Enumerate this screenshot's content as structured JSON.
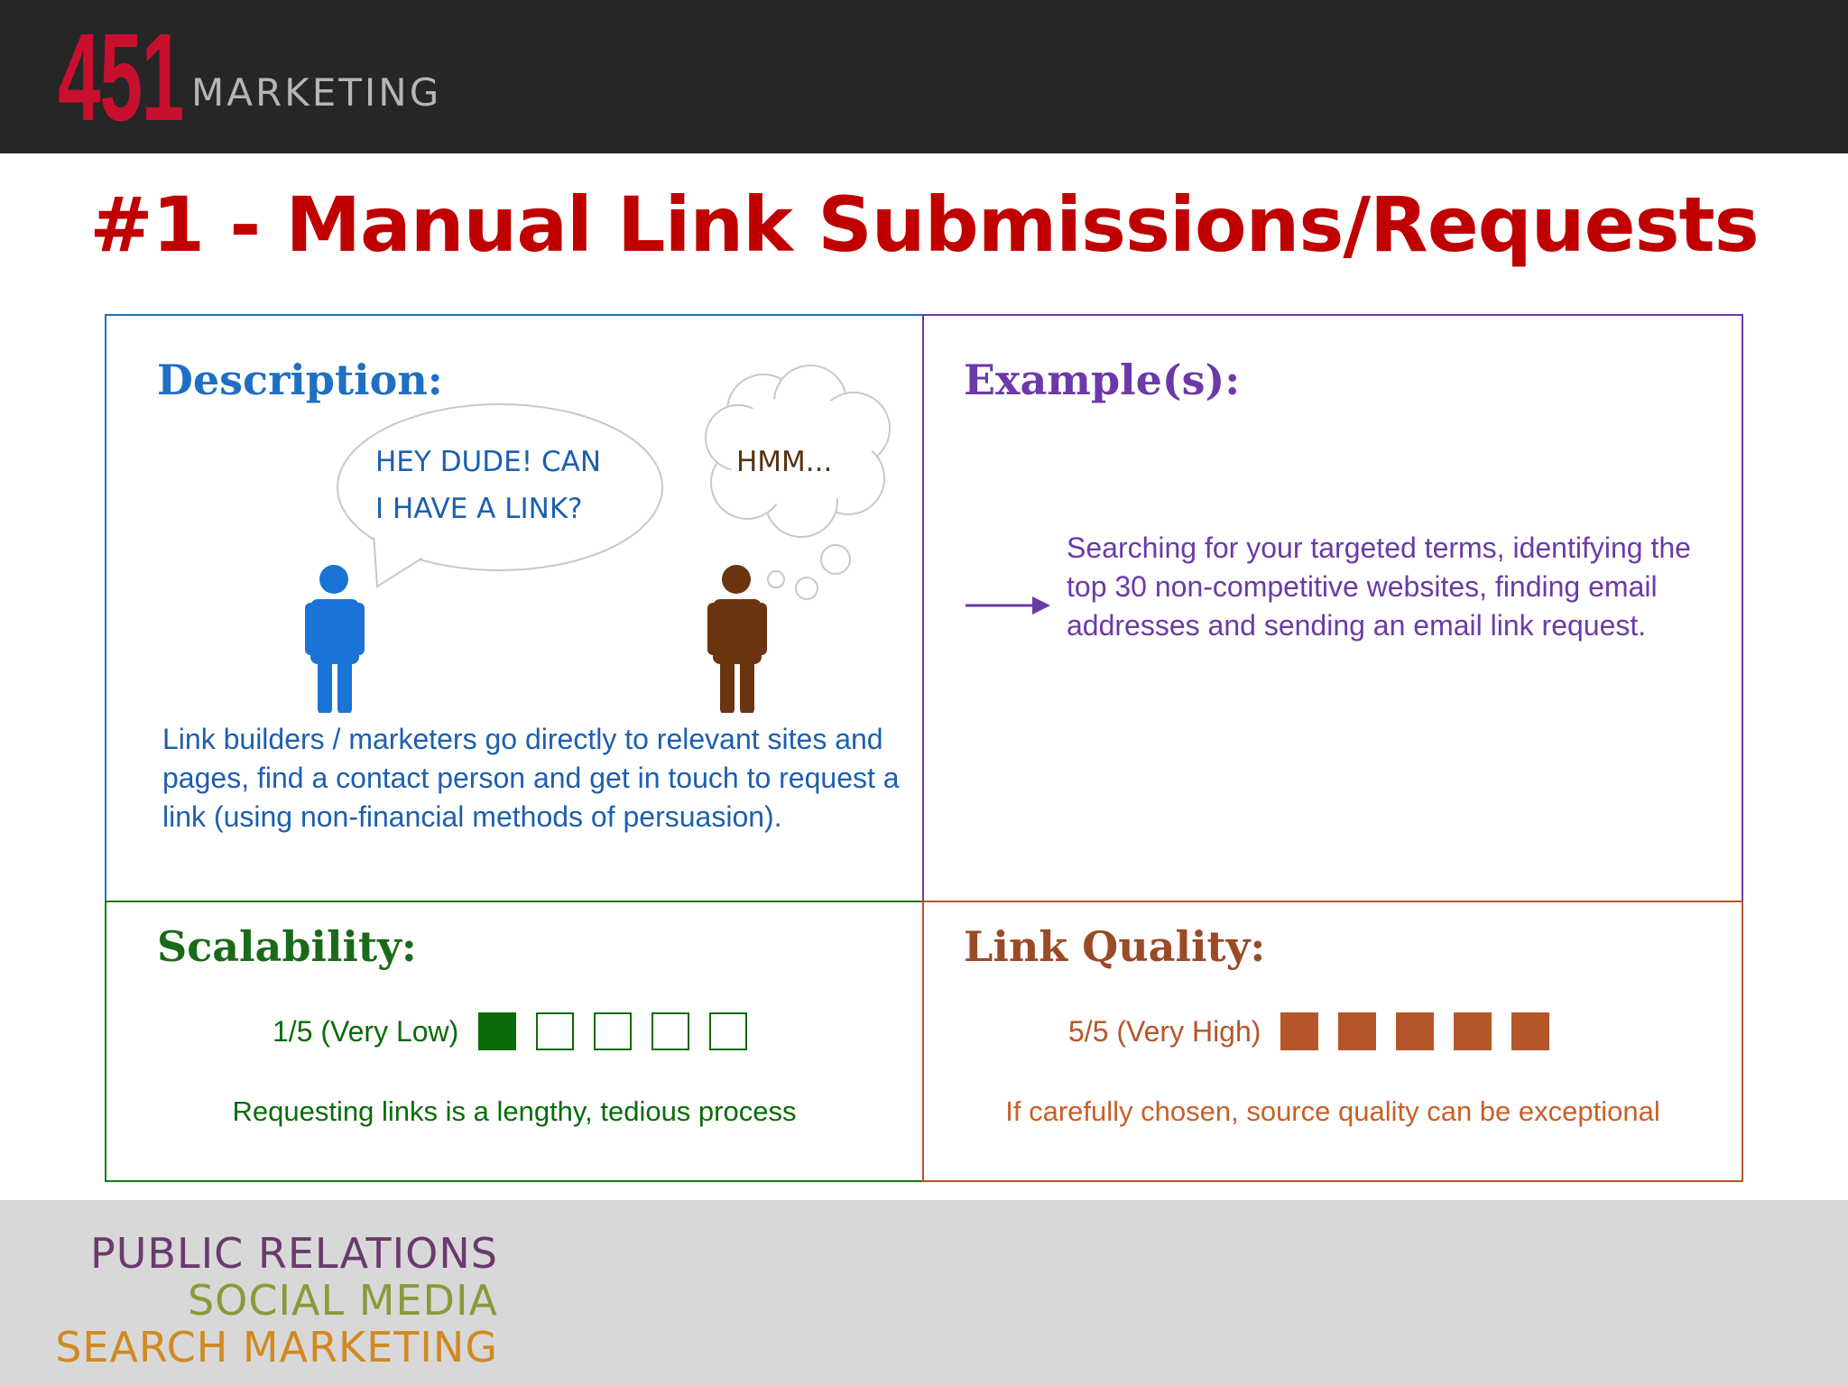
{
  "header": {
    "logo_number": "451",
    "logo_word": "MARKETING"
  },
  "slide": {
    "title": "#1 - Manual Link Submissions/Requests"
  },
  "description": {
    "heading": "Description:",
    "speech_line1": "HEY DUDE! CAN",
    "speech_line2": "I HAVE A LINK?",
    "thought": "HMM...",
    "body": "Link builders / marketers go directly to relevant sites and pages, find a contact person and get in touch to request a link (using non-financial methods of persuasion)."
  },
  "examples": {
    "heading": "Example(s):",
    "body": "Searching for your targeted terms, identifying the top 30 non-competitive websites, finding email addresses and sending an email link request."
  },
  "scalability": {
    "heading": "Scalability:",
    "rating_label": "1/5 (Very Low)",
    "rating": 1,
    "max": 5,
    "note": "Requesting links is a lengthy, tedious process",
    "color": "#0a6b0a"
  },
  "link_quality": {
    "heading": "Link Quality:",
    "rating_label": "5/5 (Very High)",
    "rating": 5,
    "max": 5,
    "note": "If carefully chosen, source quality can be exceptional",
    "color": "#b5562a"
  },
  "footer": {
    "line1": "PUBLIC RELATIONS",
    "line2": "SOCIAL MEDIA",
    "line3": "SEARCH MARKETING"
  },
  "colors": {
    "title_red": "#c00000",
    "desc_blue": "#1f6fc2",
    "example_purple": "#6b3aa8",
    "scal_green": "#1a7a1a",
    "quality_brown": "#b5562a"
  }
}
